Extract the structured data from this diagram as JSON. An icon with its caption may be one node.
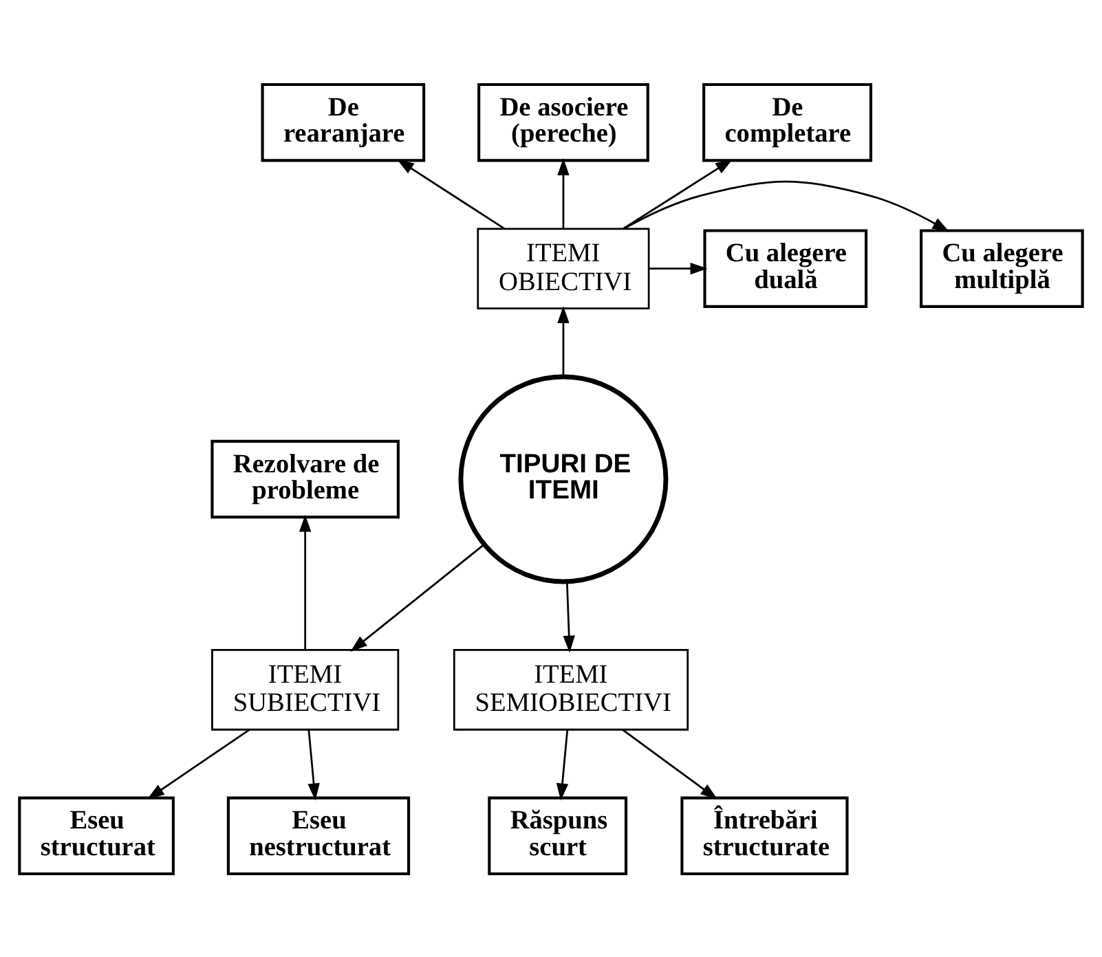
{
  "diagram": {
    "nodes": [
      {
        "text": [
          "TIPURI DE ITEMI"
        ]
      },
      {
        "text": [
          "ITEMI OBIECTIVI"
        ]
      },
      {
        "text": [
          "De rearanjare"
        ]
      },
      {
        "text": [
          "De asociere (pereche)"
        ]
      },
      {
        "text": [
          "De completare"
        ]
      },
      {
        "text": [
          "Cu alegere multiplă"
        ]
      },
      {
        "text": [
          "Cu alegere duală"
        ]
      },
      {
        "text": [
          "ITEMI SEMIOBIECTIVI"
        ]
      },
      {
        "text": [
          "Răspuns scurt"
        ]
      },
      {
        "text": [
          "Întrebări structurate"
        ]
      },
      {
        "text": [
          "ITEMI SUBIECTIVI"
        ]
      },
      {
        "text": [
          "Rezolvare de probleme"
        ]
      },
      {
        "text": [
          "Eseu structurat"
        ]
      },
      {
        "text": [
          "Eseu nestructurat"
        ]
      }
    ],
    "edges": [
      {
        "from": 0,
        "to": 1,
        "arrow": "to"
      },
      {
        "from": 1,
        "to": 2,
        "arrow": "to"
      },
      {
        "from": 1,
        "to": 3,
        "arrow": "to"
      },
      {
        "from": 1,
        "to": 4,
        "arrow": "to"
      },
      {
        "from": 1,
        "to": 5,
        "arrow": "to"
      },
      {
        "from": 1,
        "to": 6,
        "arrow": "to"
      },
      {
        "from": 0,
        "to": 7,
        "arrow": "to"
      },
      {
        "from": 0,
        "to": 10,
        "arrow": "to"
      },
      {
        "from": 10,
        "to": 11,
        "arrow": "to"
      },
      {
        "from": 7,
        "to": 8,
        "arrow": "to"
      },
      {
        "from": 7,
        "to": 9,
        "arrow": "to"
      },
      {
        "from": 10,
        "to": 12,
        "arrow": "to"
      },
      {
        "from": 10,
        "to": 13,
        "arrow": "to"
      }
    ]
  }
}
